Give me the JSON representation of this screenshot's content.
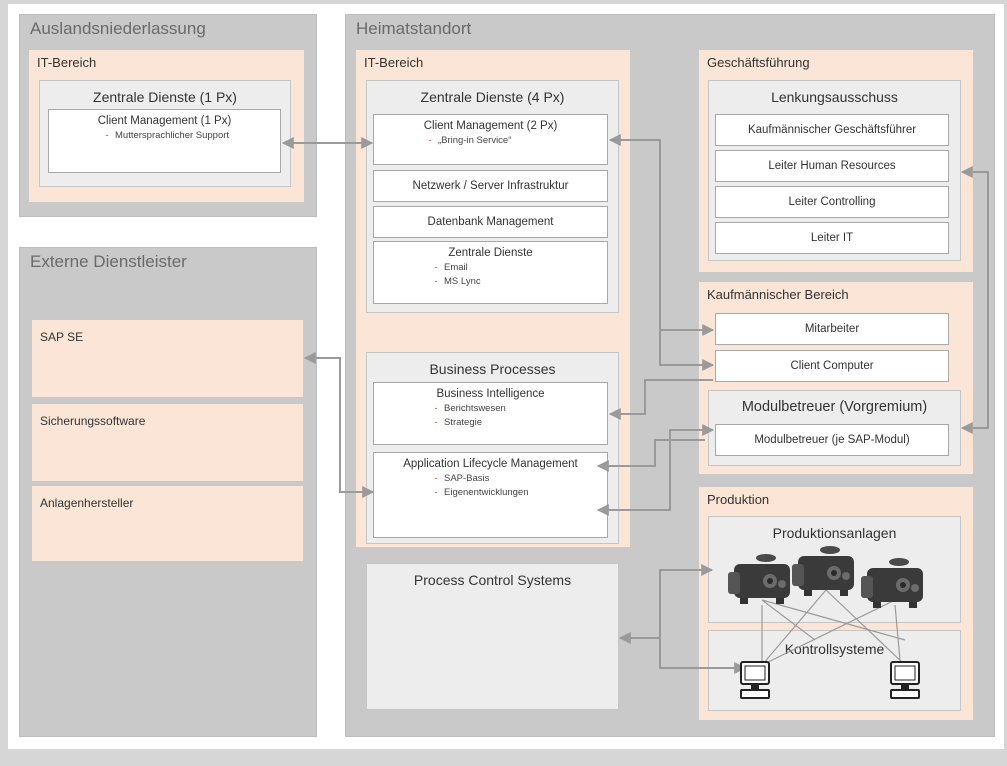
{
  "auslandsniederlassung": {
    "title": "Auslandsniederlassung",
    "it_bereich": {
      "title": "IT-Bereich",
      "zentrale_dienste": {
        "title": "Zentrale Dienste (1 Px)",
        "client_management": {
          "title": "Client Management (1 Px)",
          "items": [
            "Muttersprachlicher Support"
          ]
        }
      }
    }
  },
  "externe_dienstleister": {
    "title": "Externe Dienstleister",
    "items": [
      "SAP SE",
      "Sicherungssoftware",
      "Anlagenhersteller"
    ]
  },
  "heimatstandort": {
    "title": "Heimatstandort",
    "it_bereich": {
      "title": "IT-Bereich",
      "zentrale_dienste": {
        "title": "Zentrale Dienste (4 Px)",
        "client_management": {
          "title": "Client Management (2 Px)",
          "items": [
            "„Bring-in Service“"
          ]
        },
        "netzwerk": "Netzwerk / Server Infrastruktur",
        "datenbank": "Datenbank Management",
        "zentrale": {
          "title": "Zentrale Dienste",
          "items": [
            "Email",
            "MS Lync"
          ]
        }
      },
      "business_processes": {
        "title": "Business Processes",
        "bi": {
          "title": "Business Intelligence",
          "items": [
            "Berichtswesen",
            "Strategie"
          ]
        },
        "alm": {
          "title": "Application Lifecycle Management",
          "items": [
            "SAP-Basis",
            "Eigenentwicklungen"
          ]
        }
      },
      "process_control": "Process Control Systems"
    },
    "geschaeftsfuehrung": {
      "title": "Geschäftsführung",
      "lenkungsausschuss": {
        "title": "Lenkungsausschuss",
        "members": [
          "Kaufmännischer Geschäftsführer",
          "Leiter Human Resources",
          "Leiter Controlling",
          "Leiter IT"
        ]
      }
    },
    "kaufmaennischer_bereich": {
      "title": "Kaufmännischer Bereich",
      "mitarbeiter": "Mitarbeiter",
      "client_computer": "Client Computer",
      "modulbetreuer": {
        "title": "Modulbetreuer (Vorgremium)",
        "inner": "Modulbetreuer (je SAP-Modul)"
      }
    },
    "produktion": {
      "title": "Produktion",
      "anlagen": "Produktionsanlagen",
      "kontrollsysteme": "Kontrollsysteme"
    }
  },
  "icons": [
    "machine-icon",
    "computer-icon"
  ],
  "colors": {
    "group_bg": "#c9c9c9",
    "area_bg": "#fbe5d6",
    "box_bg": "#ededed",
    "line": "#9a9a9a"
  }
}
